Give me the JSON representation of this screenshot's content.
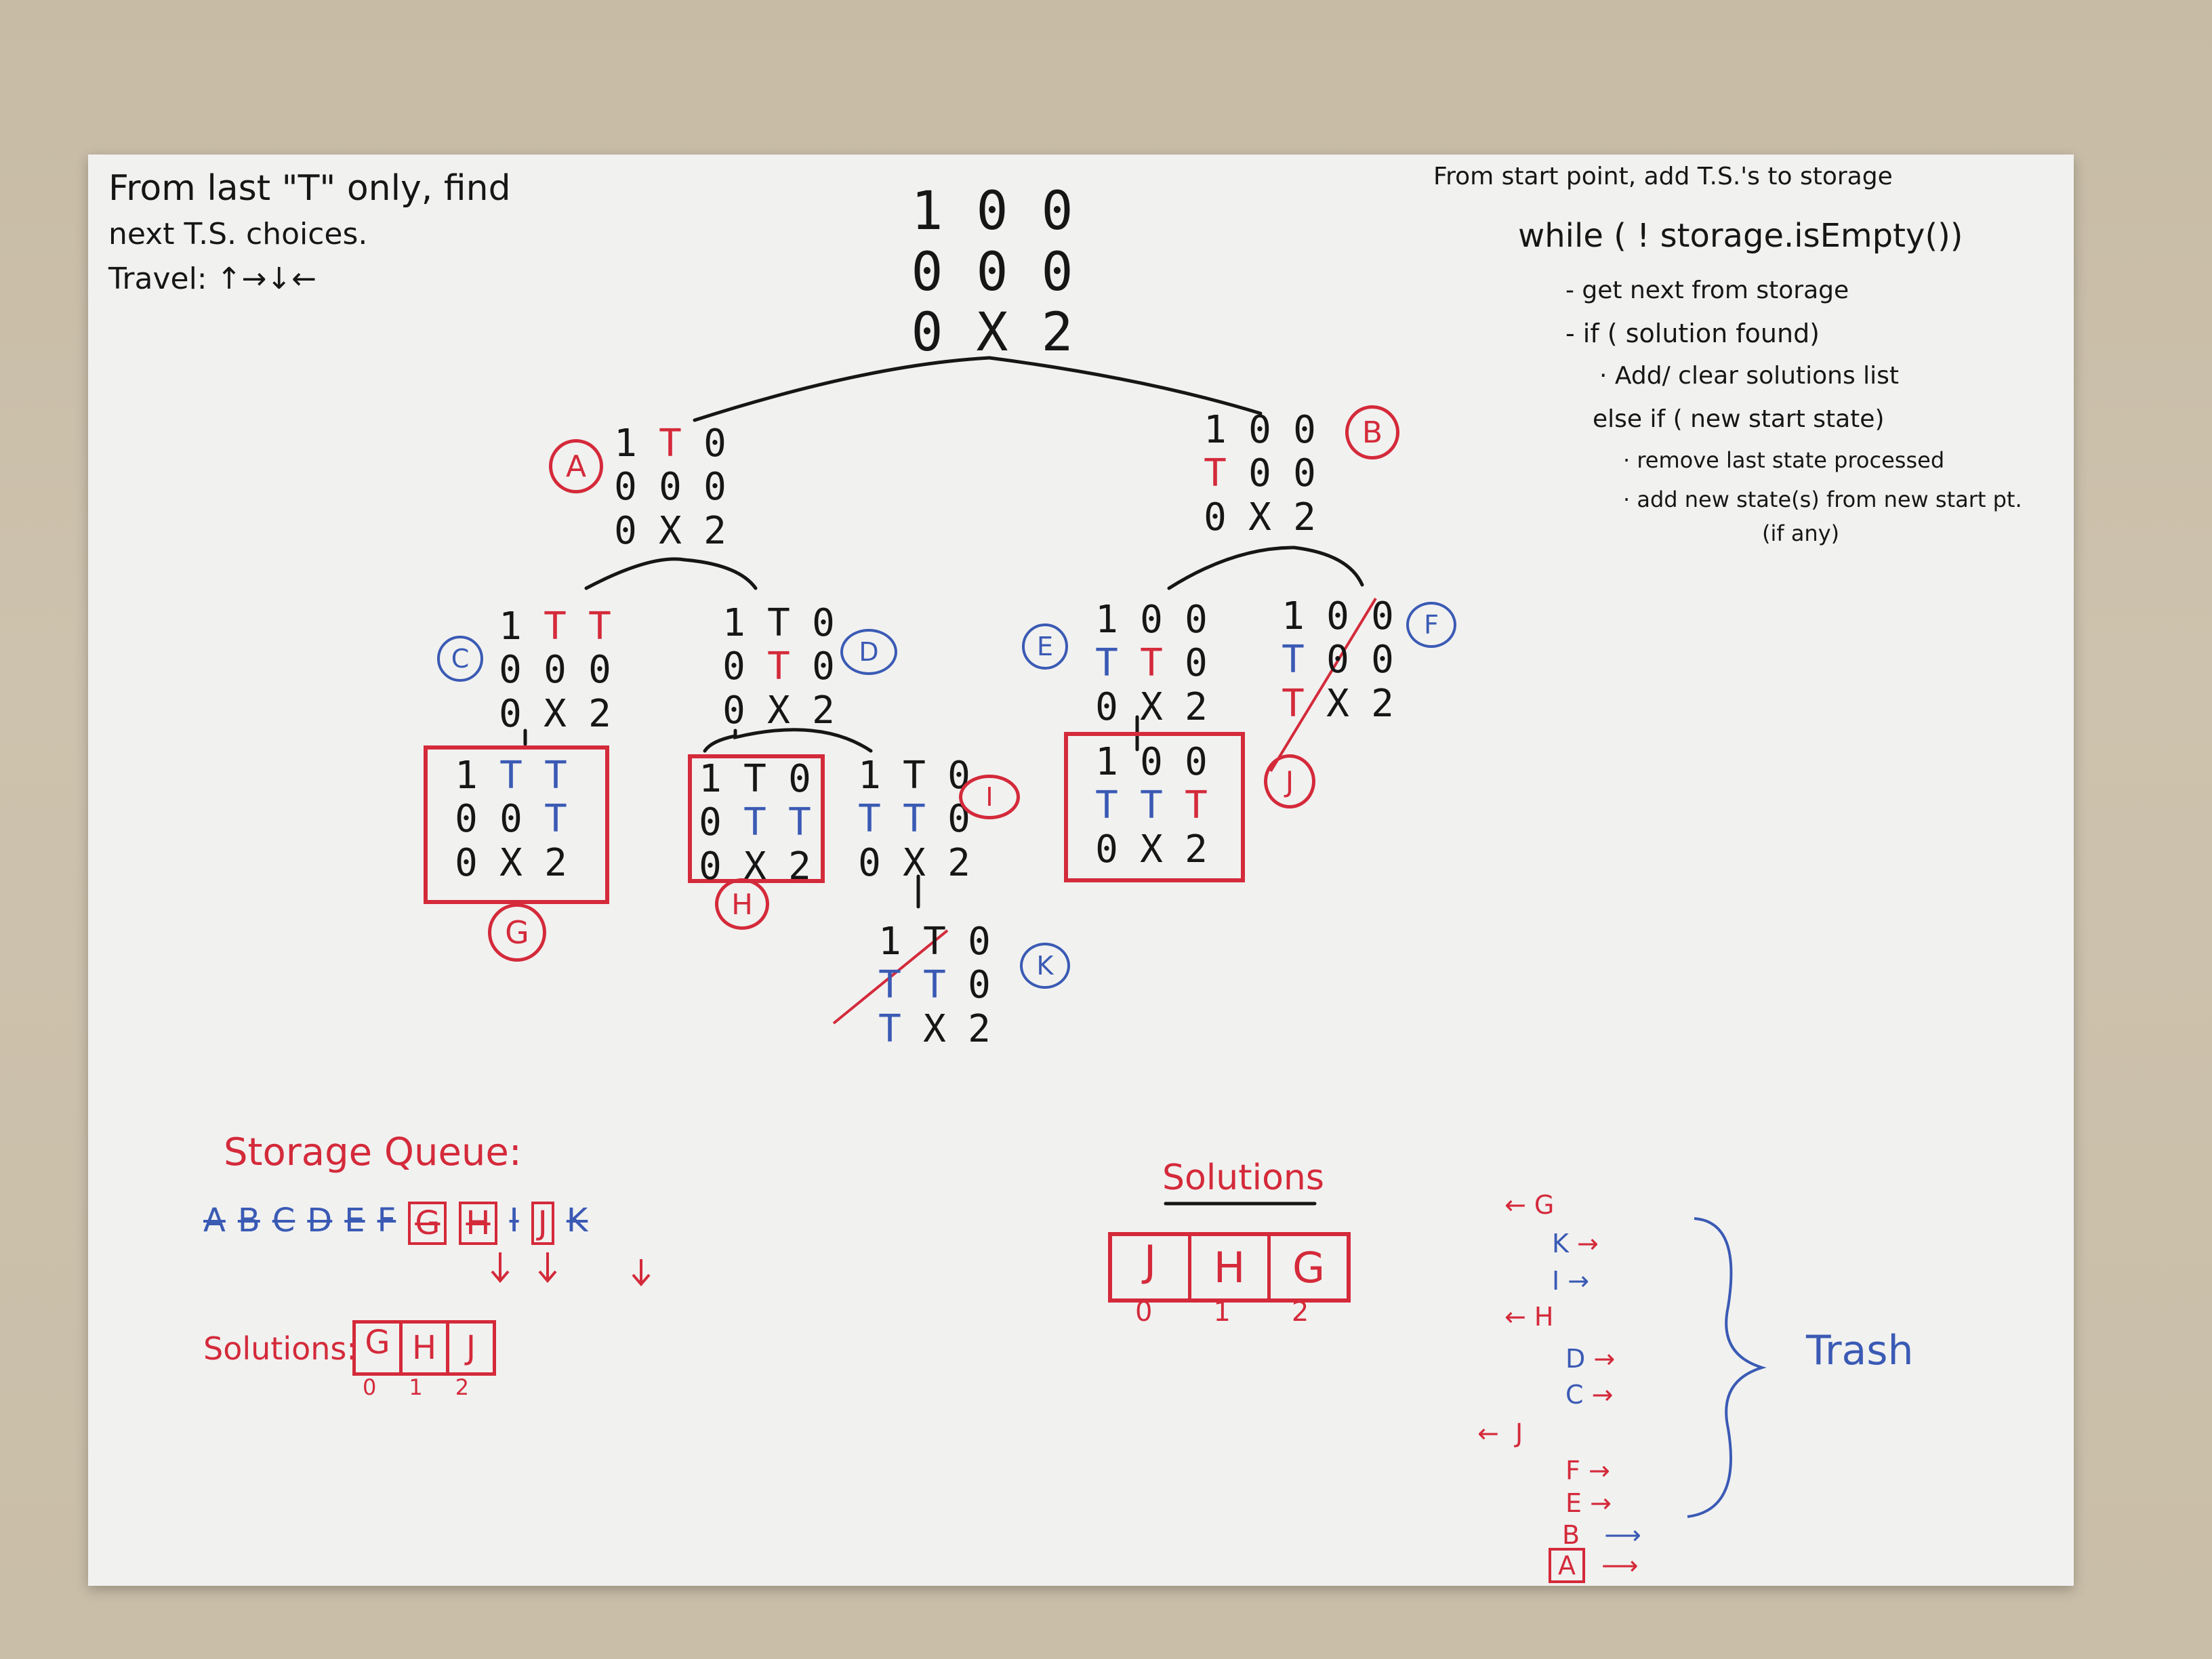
{
  "notes": {
    "top_left": [
      "From last \"T\" only, find",
      "next T.S. choices.",
      "Travel: ↑→↓←"
    ],
    "top_right": [
      "From start point, add T.S.'s to storage",
      "while ( ! storage.isEmpty())",
      "- get next from storage",
      "- if ( solution found)",
      "· Add/ clear solutions list",
      "else if ( new start state)",
      "· remove last state processed",
      "· add new state(s) from new start pt.",
      "(if any)"
    ]
  },
  "tree": {
    "root": [
      [
        "1",
        "0",
        "0"
      ],
      [
        "0",
        "0",
        "0"
      ],
      [
        "0",
        "X",
        "2"
      ]
    ],
    "A": {
      "label": "A",
      "grid": [
        [
          "1",
          "T",
          "0"
        ],
        [
          "0",
          "0",
          "0"
        ],
        [
          "0",
          "X",
          "2"
        ]
      ]
    },
    "B": {
      "label": "B",
      "grid": [
        [
          "1",
          "0",
          "0"
        ],
        [
          "T",
          "0",
          "0"
        ],
        [
          "0",
          "X",
          "2"
        ]
      ]
    },
    "C": {
      "label": "C",
      "grid": [
        [
          "1",
          "T",
          "T"
        ],
        [
          "0",
          "0",
          "0"
        ],
        [
          "0",
          "X",
          "2"
        ]
      ]
    },
    "D": {
      "label": "D",
      "grid": [
        [
          "1",
          "T",
          "0"
        ],
        [
          "0",
          "T",
          "0"
        ],
        [
          "0",
          "X",
          "2"
        ]
      ]
    },
    "E": {
      "label": "E",
      "grid": [
        [
          "1",
          "0",
          "0"
        ],
        [
          "T",
          "T",
          "0"
        ],
        [
          "0",
          "X",
          "2"
        ]
      ]
    },
    "F": {
      "label": "F",
      "grid": [
        [
          "1",
          "0",
          "0"
        ],
        [
          "T",
          "0",
          "0"
        ],
        [
          "T",
          "X",
          "2"
        ]
      ]
    },
    "G": {
      "label": "G",
      "grid": [
        [
          "1",
          "T",
          "T"
        ],
        [
          "0",
          "0",
          "T"
        ],
        [
          "0",
          "X",
          "2"
        ]
      ]
    },
    "H": {
      "label": "H",
      "grid": [
        [
          "1",
          "T",
          "0"
        ],
        [
          "0",
          "T",
          "T"
        ],
        [
          "0",
          "X",
          "2"
        ]
      ]
    },
    "I": {
      "label": "I",
      "grid": [
        [
          "1",
          "T",
          "0"
        ],
        [
          "T",
          "T",
          "0"
        ],
        [
          "0",
          "X",
          "2"
        ]
      ]
    },
    "J": {
      "label": "J",
      "grid": [
        [
          "1",
          "0",
          "0"
        ],
        [
          "T",
          "T",
          "T"
        ],
        [
          "0",
          "X",
          "2"
        ]
      ]
    },
    "K": {
      "label": "K",
      "grid": [
        [
          "1",
          "T",
          "0"
        ],
        [
          "T",
          "T",
          "0"
        ],
        [
          "T",
          "X",
          "2"
        ]
      ]
    }
  },
  "storage": {
    "title": "Storage Queue:",
    "items": [
      "A",
      "B",
      "C",
      "D",
      "E",
      "F",
      "G",
      "H",
      "I",
      "J",
      "K"
    ]
  },
  "solutions_left": {
    "label": "Solutions:",
    "cells": [
      "G",
      "H",
      "J"
    ],
    "indices": [
      "0",
      "1",
      "2"
    ]
  },
  "solutions_center": {
    "title": "Solutions",
    "cells": [
      "J",
      "H",
      "G"
    ],
    "indices": [
      "0",
      "1",
      "2"
    ]
  },
  "trash": {
    "label": "Trash",
    "items": [
      "G",
      "K",
      "I",
      "H",
      "D",
      "C",
      "J",
      "F",
      "E",
      "B",
      "A"
    ]
  },
  "colors": {
    "ink_black": "#161616",
    "ink_red": "#d42a3a",
    "ink_blue": "#3a5ab4",
    "board": "#f1f1f0"
  }
}
